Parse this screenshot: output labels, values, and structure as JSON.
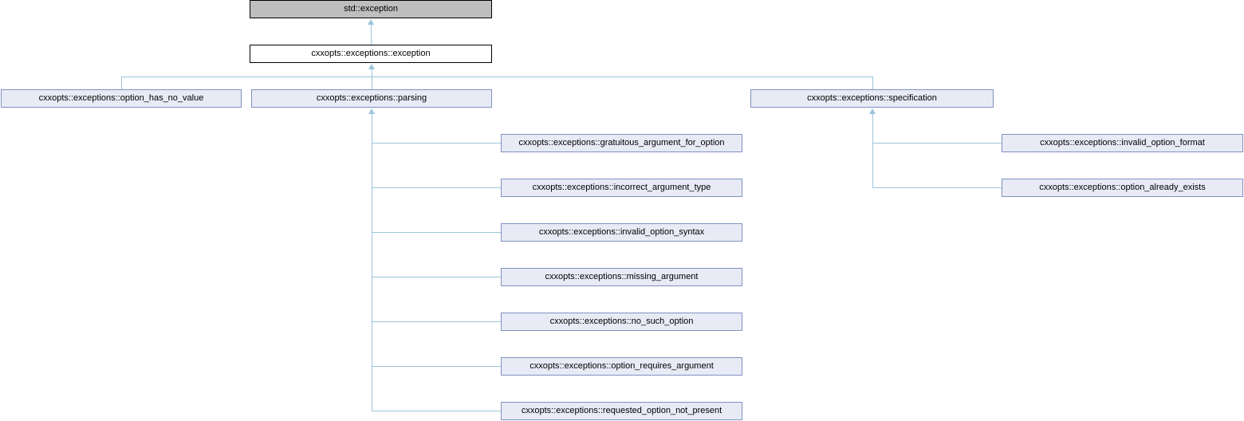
{
  "colors": {
    "edge": "#9CC4DC",
    "node_fill": "#E8EBF6",
    "node_border": "#8090C0",
    "external_fill": "#BEBEBE",
    "root_fill": "#FFFFFF",
    "strong_border": "#000000",
    "text": "#000000"
  },
  "nodes": {
    "std_exception": {
      "label": "std::exception"
    },
    "exception": {
      "label": "cxxopts::exceptions::exception"
    },
    "option_has_no_value": {
      "label": "cxxopts::exceptions::option_has_no_value"
    },
    "parsing": {
      "label": "cxxopts::exceptions::parsing"
    },
    "specification": {
      "label": "cxxopts::exceptions::specification"
    },
    "gratuitous_argument_for_option": {
      "label": "cxxopts::exceptions::gratuitous_argument_for_option"
    },
    "incorrect_argument_type": {
      "label": "cxxopts::exceptions::incorrect_argument_type"
    },
    "invalid_option_syntax": {
      "label": "cxxopts::exceptions::invalid_option_syntax"
    },
    "missing_argument": {
      "label": "cxxopts::exceptions::missing_argument"
    },
    "no_such_option": {
      "label": "cxxopts::exceptions::no_such_option"
    },
    "option_requires_argument": {
      "label": "cxxopts::exceptions::option_requires_argument"
    },
    "requested_option_not_present": {
      "label": "cxxopts::exceptions::requested_option_not_present"
    },
    "invalid_option_format": {
      "label": "cxxopts::exceptions::invalid_option_format"
    },
    "option_already_exists": {
      "label": "cxxopts::exceptions::option_already_exists"
    }
  },
  "edges": [
    {
      "from": "cxxopts::exceptions::exception",
      "to": "std::exception"
    },
    {
      "from": "cxxopts::exceptions::option_has_no_value",
      "to": "cxxopts::exceptions::exception"
    },
    {
      "from": "cxxopts::exceptions::parsing",
      "to": "cxxopts::exceptions::exception"
    },
    {
      "from": "cxxopts::exceptions::specification",
      "to": "cxxopts::exceptions::exception"
    },
    {
      "from": "cxxopts::exceptions::gratuitous_argument_for_option",
      "to": "cxxopts::exceptions::parsing"
    },
    {
      "from": "cxxopts::exceptions::incorrect_argument_type",
      "to": "cxxopts::exceptions::parsing"
    },
    {
      "from": "cxxopts::exceptions::invalid_option_syntax",
      "to": "cxxopts::exceptions::parsing"
    },
    {
      "from": "cxxopts::exceptions::missing_argument",
      "to": "cxxopts::exceptions::parsing"
    },
    {
      "from": "cxxopts::exceptions::no_such_option",
      "to": "cxxopts::exceptions::parsing"
    },
    {
      "from": "cxxopts::exceptions::option_requires_argument",
      "to": "cxxopts::exceptions::parsing"
    },
    {
      "from": "cxxopts::exceptions::requested_option_not_present",
      "to": "cxxopts::exceptions::parsing"
    },
    {
      "from": "cxxopts::exceptions::invalid_option_format",
      "to": "cxxopts::exceptions::specification"
    },
    {
      "from": "cxxopts::exceptions::option_already_exists",
      "to": "cxxopts::exceptions::specification"
    }
  ]
}
